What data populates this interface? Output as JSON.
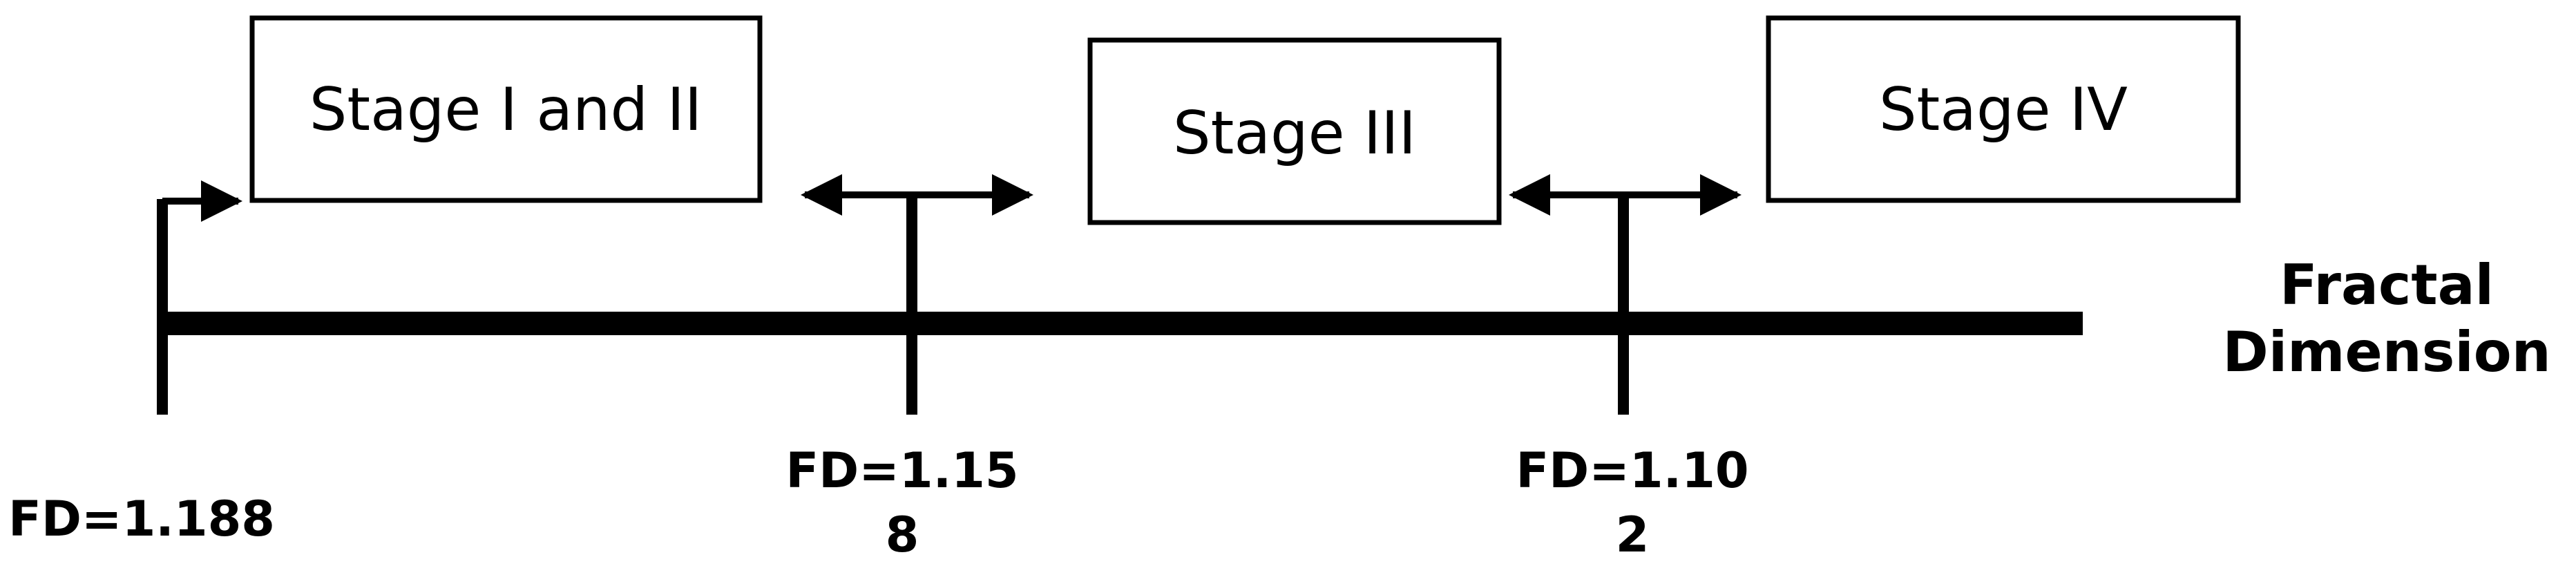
{
  "stages": [
    {
      "label": "Stage I and II"
    },
    {
      "label": "Stage III"
    },
    {
      "label": "Stage IV"
    }
  ],
  "thresholds": [
    {
      "line1": "FD=1.188",
      "line2": ""
    },
    {
      "line1": "FD=1.15",
      "line2": "8"
    },
    {
      "line1": "FD=1.10",
      "line2": "2"
    }
  ],
  "axis_label": {
    "line1": "Fractal",
    "line2": "Dimension"
  },
  "colors": {
    "ink": "#000000",
    "background": "#ffffff"
  }
}
